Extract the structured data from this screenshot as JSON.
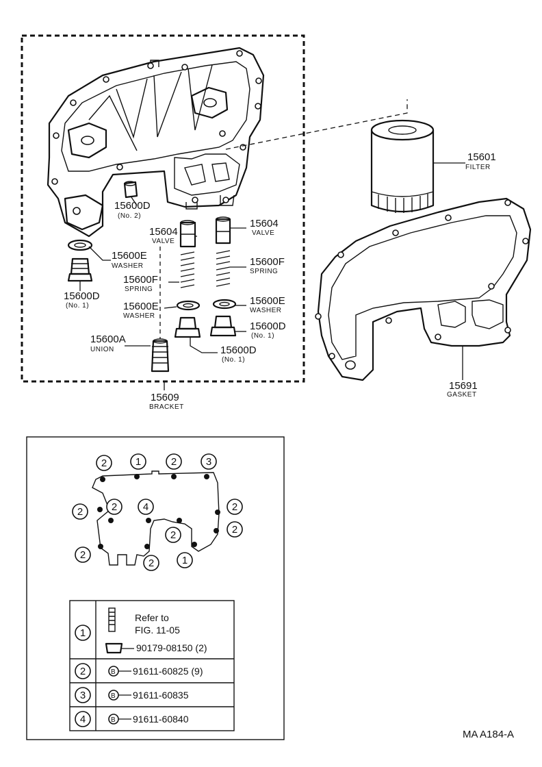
{
  "parts": {
    "bracket": {
      "number": "15609",
      "name": "BRACKET"
    },
    "filter": {
      "number": "15601",
      "name": "FILTER"
    },
    "gasket": {
      "number": "15691",
      "name": "GASKET"
    },
    "plug_no2": {
      "number": "15600D",
      "note": "(No. 2)"
    },
    "washer_left": {
      "number": "15600E",
      "name": "WASHER"
    },
    "plug_left": {
      "number": "15600D",
      "note": "(No. 1)"
    },
    "valve_left": {
      "number": "15604",
      "name": "VALVE"
    },
    "valve_right": {
      "number": "15604",
      "name": "VALVE"
    },
    "spring_left": {
      "number": "15600F",
      "name": "SPRING"
    },
    "spring_right": {
      "number": "15600F",
      "name": "SPRING"
    },
    "washer_mid": {
      "number": "15600E",
      "name": "WASHER"
    },
    "washer_right": {
      "number": "15600E",
      "name": "WASHER"
    },
    "plug_right": {
      "number": "15600D",
      "note": "(No. 1)"
    },
    "plug_mid": {
      "number": "15600D",
      "note": "(No. 1)"
    },
    "union": {
      "number": "15600A",
      "name": "UNION"
    }
  },
  "bolt_callouts": [
    "2",
    "1",
    "2",
    "3",
    "2",
    "2",
    "4",
    "2",
    "2",
    "2",
    "2",
    "2",
    "1"
  ],
  "bolt_table": {
    "rows": [
      {
        "key": "1",
        "line1": "Refer to",
        "line2": "FIG. 11-05",
        "part": "90179-08150 (2)"
      },
      {
        "key": "2",
        "part": "91611-60825 (9)"
      },
      {
        "key": "3",
        "part": "91611-60835"
      },
      {
        "key": "4",
        "part": "91611-60840"
      }
    ],
    "bolt_symbol": "B"
  },
  "figure_id": "MA A184-A"
}
